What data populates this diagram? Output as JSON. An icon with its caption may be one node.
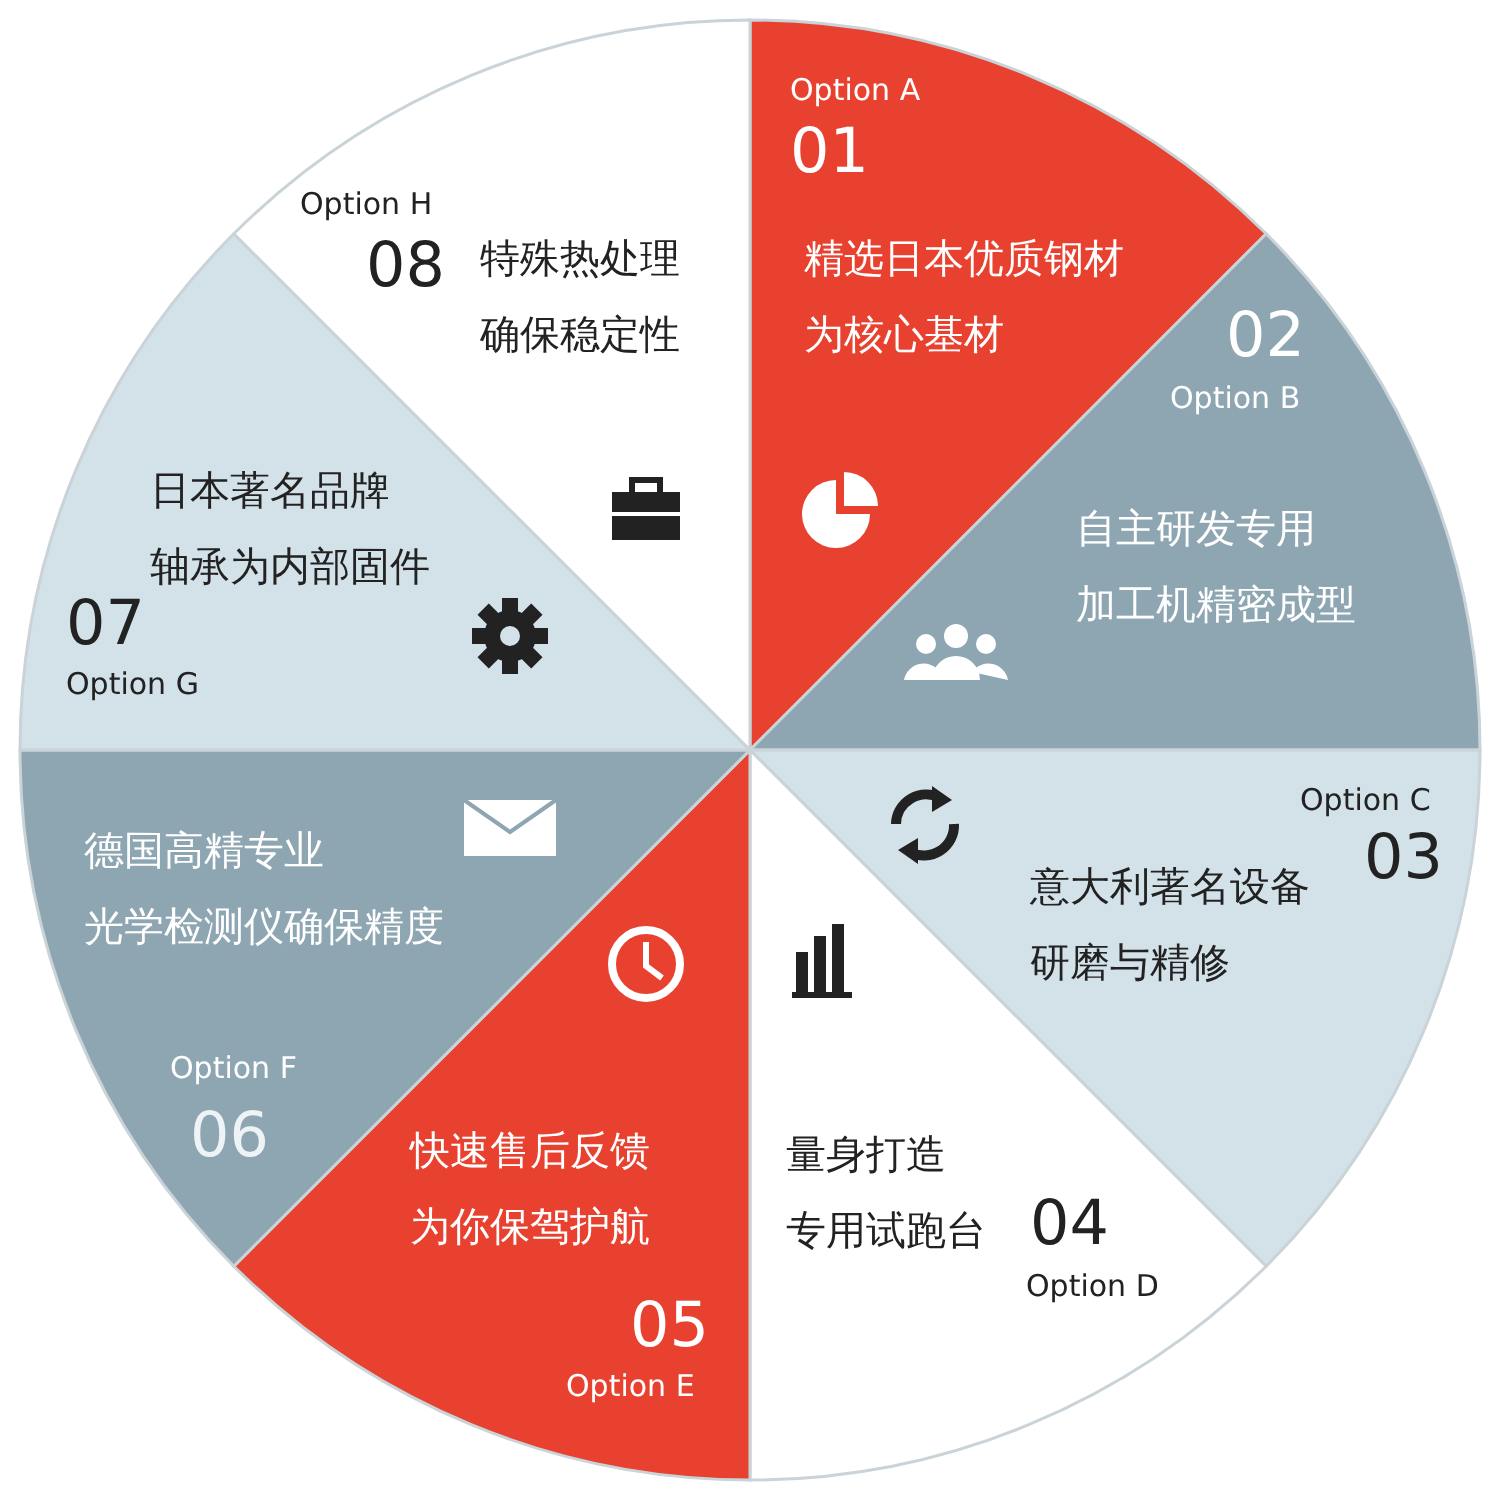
{
  "diagram": {
    "nodes": [
      {
        "text": [
          "Option A",
          "01",
          "精选日本优质钢材为核心基材"
        ]
      },
      {
        "text": [
          "02",
          "Option B",
          "自主研发专用加工机精密成型"
        ]
      },
      {
        "text": [
          "Option C",
          "03",
          "意大利著名设备研磨与精修"
        ]
      },
      {
        "text": [
          "量身打造专用试跑台",
          "04",
          "Option D"
        ]
      },
      {
        "text": [
          "快速售后反馈为你保驾护航",
          "05",
          "Option E"
        ]
      },
      {
        "text": [
          "德国高精专业光学检测仪确保精度",
          "Option F",
          "06"
        ]
      },
      {
        "text": [
          "日本著名品牌轴承为内部固件",
          "07",
          "Option G"
        ]
      },
      {
        "text": [
          "Option H",
          "08",
          "特殊热处理确保稳定性"
        ]
      }
    ]
  }
}
